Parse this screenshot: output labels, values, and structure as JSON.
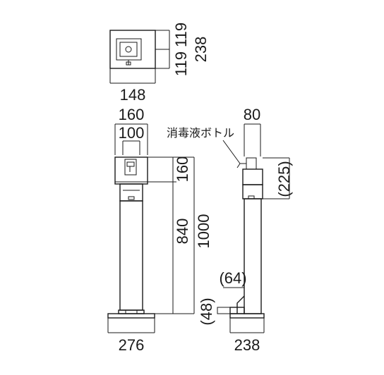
{
  "drawing": {
    "top_view": {
      "width_dim": "148",
      "depth_dim_a": "119",
      "depth_dim_b": "119",
      "depth_total": "238"
    },
    "front_view": {
      "top_outer_width": "160",
      "top_inner_width": "100",
      "head_height": "160",
      "post_height": "840",
      "total_height": "1000",
      "base_width": "276"
    },
    "side_view": {
      "top_width": "80",
      "bottle_label": "消毒液ボトル",
      "bottle_height": "(225)",
      "pedal_height": "(64)",
      "pedal_offset": "(48)",
      "base_width": "238"
    }
  }
}
